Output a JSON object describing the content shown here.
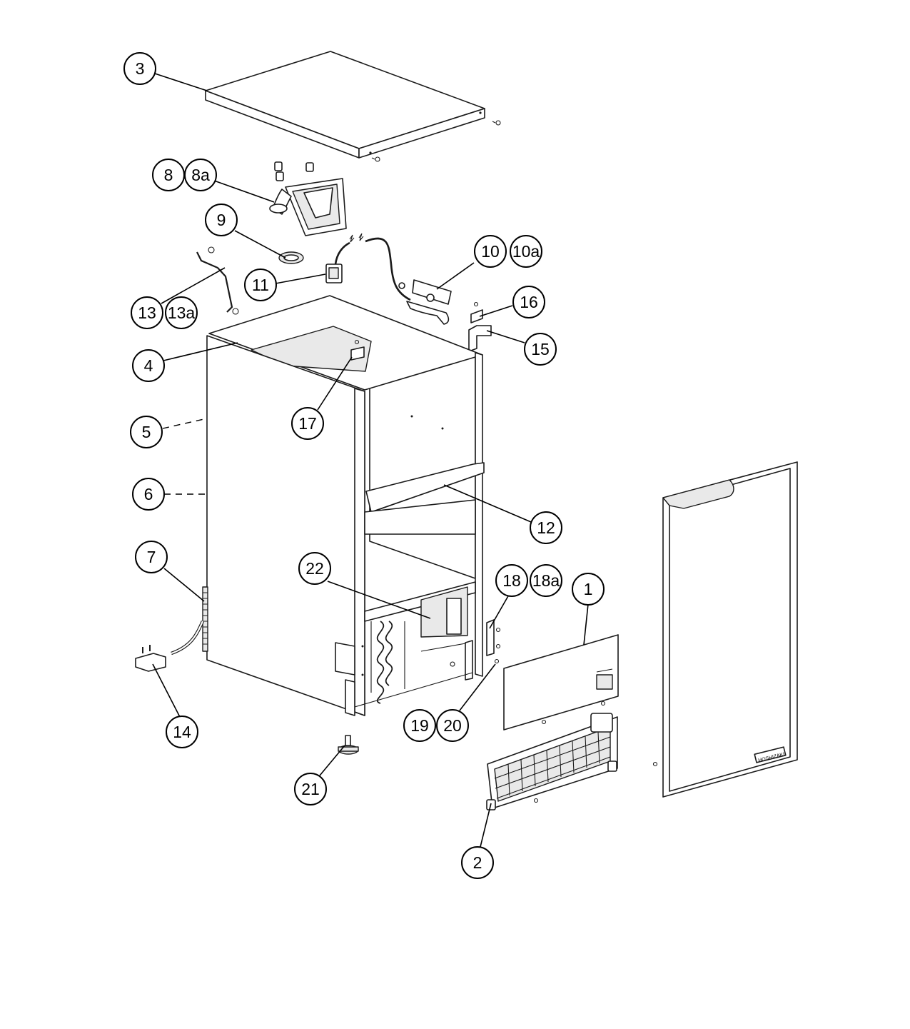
{
  "diagram": {
    "brand_label": "HOSHIZAKI",
    "callouts": [
      {
        "id": "c-3",
        "label": "3"
      },
      {
        "id": "c-8",
        "label": "8"
      },
      {
        "id": "c-8a",
        "label": "8a"
      },
      {
        "id": "c-9",
        "label": "9"
      },
      {
        "id": "c-10",
        "label": "10"
      },
      {
        "id": "c-10a",
        "label": "10a"
      },
      {
        "id": "c-11",
        "label": "11"
      },
      {
        "id": "c-13",
        "label": "13"
      },
      {
        "id": "c-13a",
        "label": "13a"
      },
      {
        "id": "c-16",
        "label": "16"
      },
      {
        "id": "c-15",
        "label": "15"
      },
      {
        "id": "c-4",
        "label": "4"
      },
      {
        "id": "c-17",
        "label": "17"
      },
      {
        "id": "c-5",
        "label": "5"
      },
      {
        "id": "c-6",
        "label": "6"
      },
      {
        "id": "c-12",
        "label": "12"
      },
      {
        "id": "c-7",
        "label": "7"
      },
      {
        "id": "c-22",
        "label": "22"
      },
      {
        "id": "c-18",
        "label": "18"
      },
      {
        "id": "c-18a",
        "label": "18a"
      },
      {
        "id": "c-1",
        "label": "1"
      },
      {
        "id": "c-14",
        "label": "14"
      },
      {
        "id": "c-19",
        "label": "19"
      },
      {
        "id": "c-20",
        "label": "20"
      },
      {
        "id": "c-21",
        "label": "21"
      },
      {
        "id": "c-2",
        "label": "2"
      }
    ]
  }
}
